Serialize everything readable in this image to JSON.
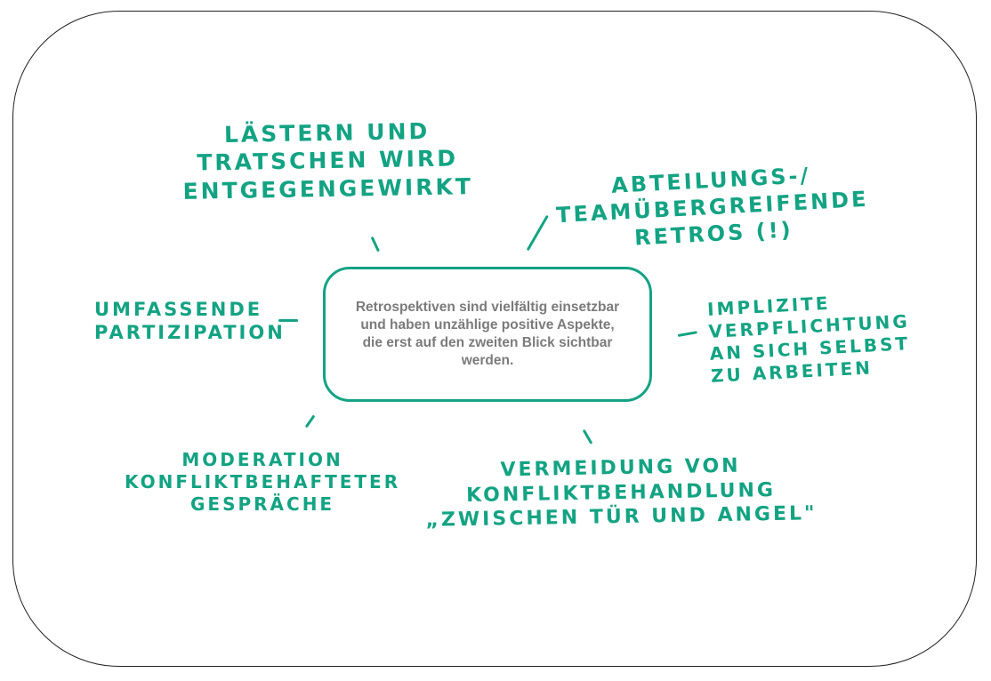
{
  "center_text": "Retrospektiven sind vielfältig einsetzbar und haben unzählige positive Aspekte, die erst auf den zweiten Blick sichtbar werden.",
  "aspects": [
    {
      "text": "Lästern und\nTratschen wird\nentgegengewirkt"
    },
    {
      "text": "Abteilungs-/\nteamübergreifende\nRetros (!)"
    },
    {
      "text": "Umfassende\nPartizipation"
    },
    {
      "text": "Implizite\nVerpflichtung\nan sich selbst\nzu arbeiten"
    },
    {
      "text": "Moderation\nkonfliktbehafteter\nGespräche"
    },
    {
      "text": "Vermeidung von\nKonfliktbehandlung\n„zwischen Tür und Angel\""
    }
  ],
  "colors": {
    "accent": "#13a383",
    "text": "#7b7b7b"
  }
}
